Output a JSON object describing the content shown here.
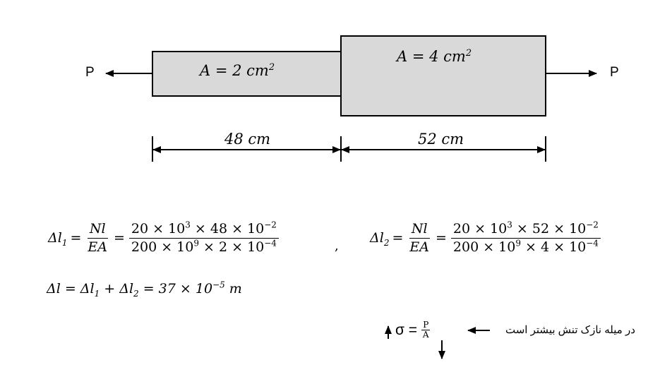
{
  "diagram": {
    "force_left": "P",
    "force_right": "P",
    "area_small": "A = 2 cm",
    "area_small_exp": "2",
    "area_large": "A = 4 cm",
    "area_large_exp": "2",
    "length_small": "48 cm",
    "length_large": "52 cm"
  },
  "equation1": {
    "lhs": "Δl",
    "lhs_sub": "1",
    "eq": "=",
    "frac1_num": "Nl",
    "frac1_den": "EA",
    "eq2": "=",
    "num_a": "20 × 10",
    "num_a_exp": "3",
    "num_b": " × 48 × 10",
    "num_b_exp": "−2",
    "den_a": "200 × 10",
    "den_a_exp": "9",
    "den_b": " × 2 × 10",
    "den_b_exp": "−4"
  },
  "separator": ",",
  "equation2": {
    "lhs": "Δl",
    "lhs_sub": "2",
    "eq": "=",
    "frac1_num": "Nl",
    "frac1_den": "EA",
    "eq2": "=",
    "num_a": "20 × 10",
    "num_a_exp": "3",
    "num_b": " × 52 × 10",
    "num_b_exp": "−2",
    "den_a": "200 × 10",
    "den_a_exp": "9",
    "den_b": " × 4 × 10",
    "den_b_exp": "−4"
  },
  "equation3": {
    "p1": "Δl = Δl",
    "s1": "1",
    "p2": " + Δl",
    "s2": "2",
    "p3": " = 37 × 10",
    "exp": "−5",
    "unit": " m"
  },
  "stress": {
    "sigma": "σ",
    "eq": " = ",
    "num": "P",
    "den": "A",
    "note": "در میله نازک تنش بیشتر است"
  }
}
